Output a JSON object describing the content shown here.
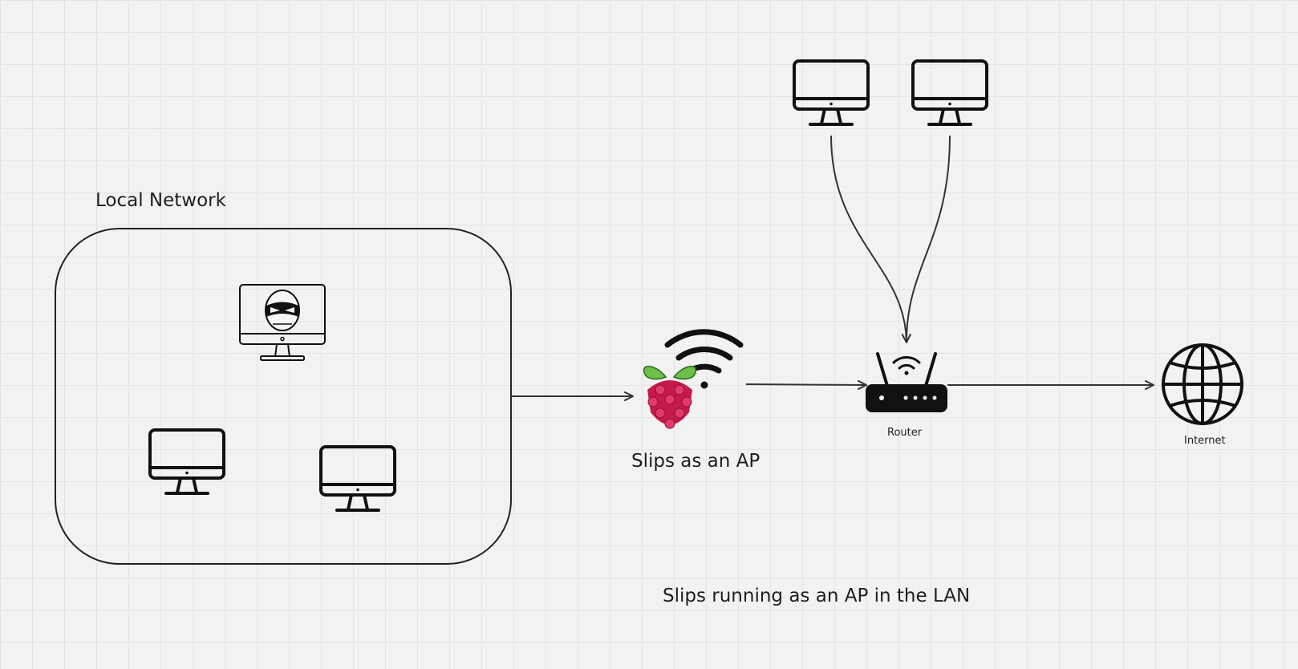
{
  "diagram": {
    "group": {
      "label": "Local Network"
    },
    "nodes": {
      "attacker": {
        "icon": "attacker-monitor-icon"
      },
      "lan_pc_1": {
        "icon": "monitor-icon"
      },
      "lan_pc_2": {
        "icon": "monitor-icon"
      },
      "slips": {
        "label": "Slips as an AP",
        "icon": "raspberry-pi-wifi-icon"
      },
      "router": {
        "label": "Router",
        "icon": "router-icon"
      },
      "internet": {
        "label": "Internet",
        "icon": "globe-icon"
      },
      "wan_pc_1": {
        "icon": "monitor-icon"
      },
      "wan_pc_2": {
        "icon": "monitor-icon"
      }
    },
    "edges": [
      {
        "from": "local-network",
        "to": "slips"
      },
      {
        "from": "slips",
        "to": "router"
      },
      {
        "from": "router",
        "to": "internet"
      },
      {
        "from": "wan_pc_1",
        "to": "router"
      },
      {
        "from": "wan_pc_2",
        "to": "router"
      }
    ],
    "caption": "Slips running as an AP in the LAN"
  },
  "colors": {
    "background": "#f2f2f2",
    "line": "#333333",
    "raspberry_red": "#c51a4a",
    "leaf_green": "#6cc04a"
  }
}
